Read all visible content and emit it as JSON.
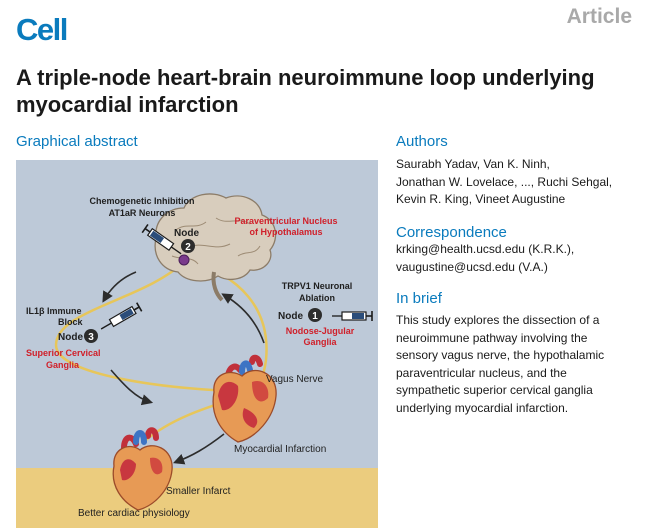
{
  "header": {
    "journal": "Cell",
    "article_type": "Article"
  },
  "title": "A triple-node heart-brain neuroimmune loop underlying myocardial infarction",
  "graphical_abstract": {
    "heading": "Graphical abstract",
    "labels": {
      "chemo_line1": "Chemogenetic Inhibition",
      "chemo_line2": "AT1aR Neurons",
      "node2_text": "Node",
      "node2_number": "2",
      "pvn_line1": "Paraventricular Nucleus",
      "pvn_line2": "of Hypothalamus",
      "il1b_line1": "IL1β Immune",
      "il1b_line2": "Block",
      "node3_text": "Node",
      "node3_number": "3",
      "scg_line1": "Superior Cervical",
      "scg_line2": "Ganglia",
      "trpv1_line1": "TRPV1 Neuronal",
      "trpv1_line2": "Ablation",
      "node1_text": "Node",
      "node1_number": "1",
      "nodose_line1": "Nodose-Jugular",
      "nodose_line2": "Ganglia",
      "vagus": "Vagus Nerve",
      "mi": "Myocardial Infarction",
      "smaller_infarct": "Smaller Infarct",
      "better_physiology": "Better cardiac physiology"
    },
    "colors": {
      "background": "#bdc9d8",
      "bottom_band": "#ebcc7e",
      "highlight_red": "#d0202a",
      "nerve_yellow": "#e7c65a"
    }
  },
  "authors": {
    "heading": "Authors",
    "lines": [
      "Saurabh Yadav, Van K. Ninh,",
      "Jonathan W. Lovelace, ..., Ruchi Sehgal,",
      "Kevin R. King, Vineet Augustine"
    ]
  },
  "correspondence": {
    "heading": "Correspondence",
    "lines": [
      "krking@health.ucsd.edu (K.R.K.),",
      "vaugustine@ucsd.edu (V.A.)"
    ]
  },
  "in_brief": {
    "heading": "In brief",
    "lines": [
      "This study explores the dissection of a",
      "neuroimmune pathway involving the",
      "sensory vagus nerve, the hypothalamic",
      "paraventricular nucleus, and the",
      "sympathetic superior cervical ganglia",
      "underlying myocardial infarction."
    ]
  }
}
